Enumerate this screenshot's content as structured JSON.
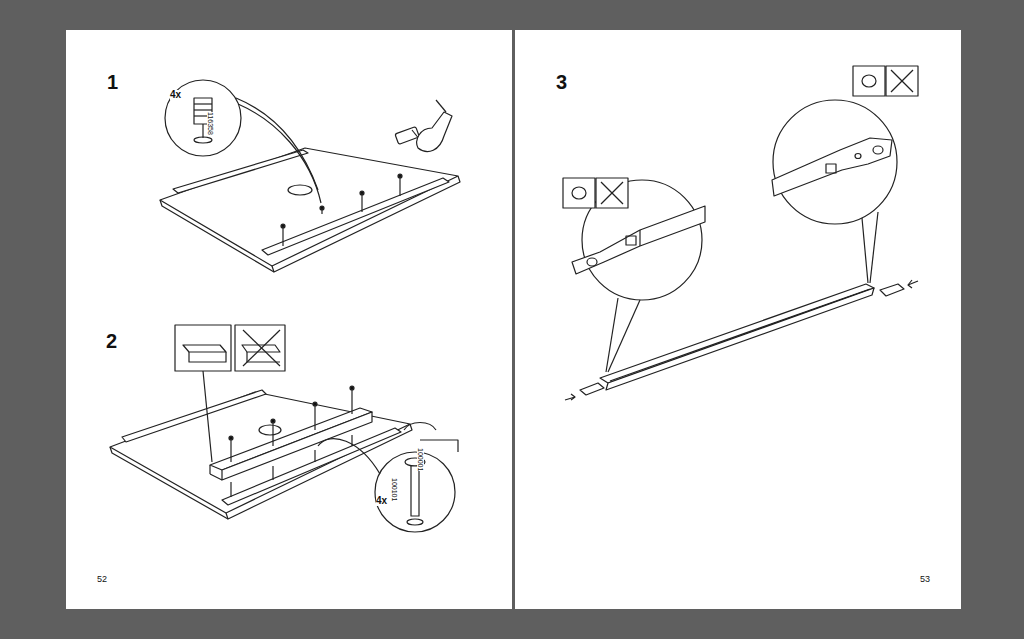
{
  "diagram": {
    "labels": [
      "1",
      "4x",
      "116358",
      "2",
      "4x",
      "100001",
      "100101",
      "52",
      "3",
      "53"
    ]
  }
}
